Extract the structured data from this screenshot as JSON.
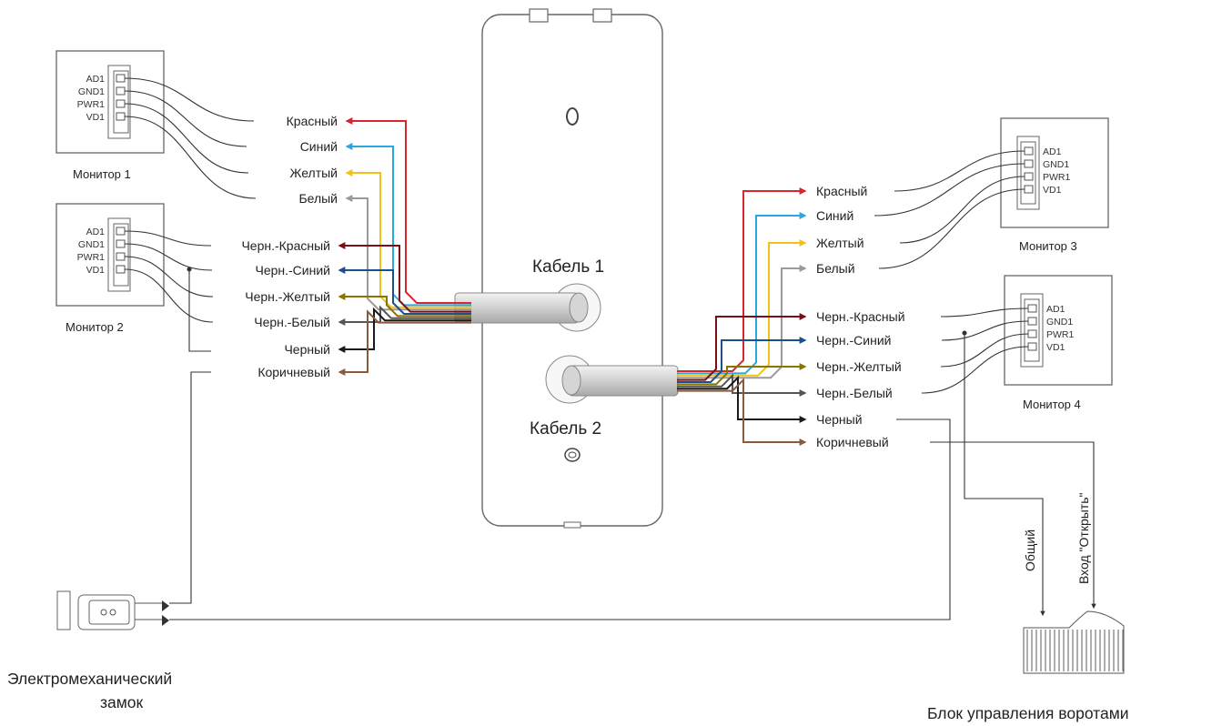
{
  "monitors": [
    {
      "label": "Монитор 1",
      "pins": [
        "AD1",
        "GND1",
        "PWR1",
        "VD1"
      ]
    },
    {
      "label": "Монитор 2",
      "pins": [
        "AD1",
        "GND1",
        "PWR1",
        "VD1"
      ]
    },
    {
      "label": "Монитор 3",
      "pins": [
        "AD1",
        "GND1",
        "PWR1",
        "VD1"
      ]
    },
    {
      "label": "Монитор 4",
      "pins": [
        "AD1",
        "GND1",
        "PWR1",
        "VD1"
      ]
    }
  ],
  "cable1": {
    "label": "Кабель 1",
    "wires": [
      {
        "name": "Красный",
        "color": "#d7262e"
      },
      {
        "name": "Синий",
        "color": "#2aa7df"
      },
      {
        "name": "Желтый",
        "color": "#f2c21b"
      },
      {
        "name": "Белый",
        "color": "#9a9a9a"
      },
      {
        "name": "Черн.-Красный",
        "color": "#7a1016"
      },
      {
        "name": "Черн.-Синий",
        "color": "#1c4f8c"
      },
      {
        "name": "Черн.-Желтый",
        "color": "#8a7400"
      },
      {
        "name": "Черн.-Белый",
        "color": "#555555"
      },
      {
        "name": "Черный",
        "color": "#1a1a1a"
      },
      {
        "name": "Коричневый",
        "color": "#8b5a3c"
      }
    ]
  },
  "cable2": {
    "label": "Кабель 2",
    "wires": [
      {
        "name": "Красный",
        "color": "#d7262e"
      },
      {
        "name": "Синий",
        "color": "#2aa7df"
      },
      {
        "name": "Желтый",
        "color": "#f2c21b"
      },
      {
        "name": "Белый",
        "color": "#9a9a9a"
      },
      {
        "name": "Черн.-Красный",
        "color": "#7a1016"
      },
      {
        "name": "Черн.-Синий",
        "color": "#1c4f8c"
      },
      {
        "name": "Черн.-Желтый",
        "color": "#8a7400"
      },
      {
        "name": "Черн.-Белый",
        "color": "#555555"
      },
      {
        "name": "Черный",
        "color": "#1a1a1a"
      },
      {
        "name": "Коричневый",
        "color": "#8b5a3c"
      }
    ]
  },
  "lock_label_line1": "Электромеханический",
  "lock_label_line2": "замок",
  "gate_label": "Блок управления воротами",
  "gate_common": "Общий",
  "gate_open": "Вход \"Открыть\""
}
